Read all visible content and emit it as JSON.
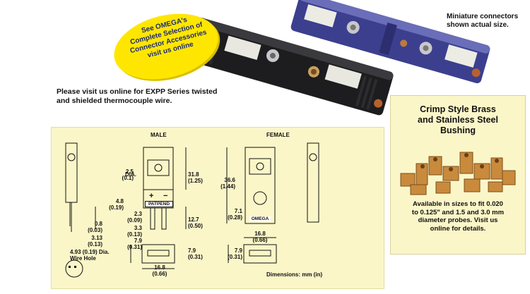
{
  "promo": {
    "lines": [
      "See OMEGA's",
      "Complete Selection of",
      "Connector Accessories",
      "visit us online"
    ]
  },
  "mini_caption": {
    "lines": [
      "Miniature connectors",
      "shown actual size."
    ]
  },
  "visit_text": {
    "lines": [
      "Please visit us online for EXPP Series twisted",
      "and shielded thermocouple wire."
    ]
  },
  "drawing": {
    "male_label": "MALE",
    "female_label": "FEMALE",
    "dims": {
      "d1": "2.5",
      "d1b": "(0.1)",
      "dia": "DIA.",
      "d2": "31.8",
      "d2b": "(1.25)",
      "d3": "4.8",
      "d3b": "(0.19)",
      "d4": "2.3",
      "d4b": "(0.09)",
      "d5": "3.3",
      "d5b": "(0.13)",
      "d6": "12.7",
      "d6b": "(0.50)",
      "d7": "0.8",
      "d7b": "(0.03)",
      "d8": "7.9",
      "d8b": "(0.31)",
      "d9": "3.13",
      "d9b": "(0.13)",
      "d10": "7.9",
      "d10b": "(0.31)",
      "d11": "16.8",
      "d11b": "(0.66)",
      "f1": "36.6",
      "f1b": "(1.44)",
      "f2": "7.1",
      "f2b": "(0.28)",
      "f3": "16.8",
      "f3b": "(0.66)",
      "f4": "7.9",
      "f4b": "(0.31)"
    },
    "wire_hole": {
      "line1": "4.93 (0.19) Dia.",
      "line2": "Wire Hole"
    },
    "patpend": "PATPEND",
    "plus": "+",
    "minus": "−",
    "omega": "OMEGA",
    "units": "Dimensions: mm (in)"
  },
  "bushing": {
    "title_lines": [
      "Crimp Style Brass",
      "and Stainless Steel",
      "Bushing"
    ],
    "body_lines": [
      "Available in sizes to fit  0.020",
      "to 0.125\" and 1.5 and 3.0 mm",
      "diameter probes. Visit us",
      "online for details."
    ]
  }
}
